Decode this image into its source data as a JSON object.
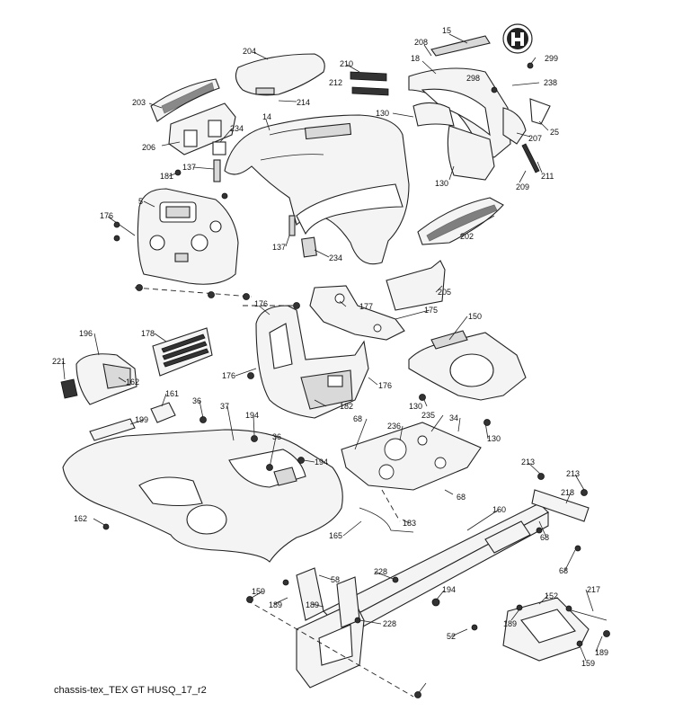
{
  "caption": "chassis-tex_TEX GT HUSQ_17_r2",
  "callouts": [
    {
      "id": "c15",
      "text": "15"
    },
    {
      "id": "c299",
      "text": "299"
    },
    {
      "id": "c208",
      "text": "208"
    },
    {
      "id": "c18",
      "text": "18"
    },
    {
      "id": "c298",
      "text": "298"
    },
    {
      "id": "c238",
      "text": "238"
    },
    {
      "id": "c204",
      "text": "204"
    },
    {
      "id": "c210",
      "text": "210"
    },
    {
      "id": "c212",
      "text": "212"
    },
    {
      "id": "c214",
      "text": "214"
    },
    {
      "id": "c203",
      "text": "203"
    },
    {
      "id": "c130a",
      "text": "130"
    },
    {
      "id": "c14",
      "text": "14"
    },
    {
      "id": "c25",
      "text": "25"
    },
    {
      "id": "c207",
      "text": "207"
    },
    {
      "id": "c234a",
      "text": "234"
    },
    {
      "id": "c206",
      "text": "206"
    },
    {
      "id": "c137a",
      "text": "137"
    },
    {
      "id": "c130b",
      "text": "130"
    },
    {
      "id": "c209",
      "text": "209"
    },
    {
      "id": "c211",
      "text": "211"
    },
    {
      "id": "c181",
      "text": "181"
    },
    {
      "id": "c5",
      "text": "5"
    },
    {
      "id": "c176a",
      "text": "176"
    },
    {
      "id": "c202",
      "text": "202"
    },
    {
      "id": "c137b",
      "text": "137"
    },
    {
      "id": "c234b",
      "text": "234"
    },
    {
      "id": "c205",
      "text": "205"
    },
    {
      "id": "c176b",
      "text": "176"
    },
    {
      "id": "c177",
      "text": "177"
    },
    {
      "id": "c175",
      "text": "175"
    },
    {
      "id": "c150",
      "text": "150"
    },
    {
      "id": "c196",
      "text": "196"
    },
    {
      "id": "c178",
      "text": "178"
    },
    {
      "id": "c221",
      "text": "221"
    },
    {
      "id": "c176c",
      "text": "176"
    },
    {
      "id": "c176d",
      "text": "176"
    },
    {
      "id": "c162a",
      "text": "162"
    },
    {
      "id": "c161",
      "text": "161"
    },
    {
      "id": "c182",
      "text": "182"
    },
    {
      "id": "c130c",
      "text": "130"
    },
    {
      "id": "c36a",
      "text": "36"
    },
    {
      "id": "c37",
      "text": "37"
    },
    {
      "id": "c194a",
      "text": "194"
    },
    {
      "id": "c68a",
      "text": "68"
    },
    {
      "id": "c236",
      "text": "236"
    },
    {
      "id": "c235",
      "text": "235"
    },
    {
      "id": "c34",
      "text": "34"
    },
    {
      "id": "c199",
      "text": "199"
    },
    {
      "id": "c36b",
      "text": "36"
    },
    {
      "id": "c130d",
      "text": "130"
    },
    {
      "id": "c194b",
      "text": "194"
    },
    {
      "id": "c213a",
      "text": "213"
    },
    {
      "id": "c213b",
      "text": "213"
    },
    {
      "id": "c68b",
      "text": "68"
    },
    {
      "id": "c218",
      "text": "218"
    },
    {
      "id": "c160",
      "text": "160"
    },
    {
      "id": "c162b",
      "text": "162"
    },
    {
      "id": "c183",
      "text": "183"
    },
    {
      "id": "c165",
      "text": "165"
    },
    {
      "id": "c68c",
      "text": "68"
    },
    {
      "id": "c68d",
      "text": "68"
    },
    {
      "id": "c228a",
      "text": "228"
    },
    {
      "id": "c58",
      "text": "58"
    },
    {
      "id": "c159a",
      "text": "159"
    },
    {
      "id": "c194c",
      "text": "194"
    },
    {
      "id": "c217",
      "text": "217"
    },
    {
      "id": "c152",
      "text": "152"
    },
    {
      "id": "c189a",
      "text": "189"
    },
    {
      "id": "c189b",
      "text": "189"
    },
    {
      "id": "c189c",
      "text": "189"
    },
    {
      "id": "c228b",
      "text": "228"
    },
    {
      "id": "c52",
      "text": "52"
    },
    {
      "id": "c189d",
      "text": "189"
    },
    {
      "id": "c159b",
      "text": "159"
    }
  ]
}
